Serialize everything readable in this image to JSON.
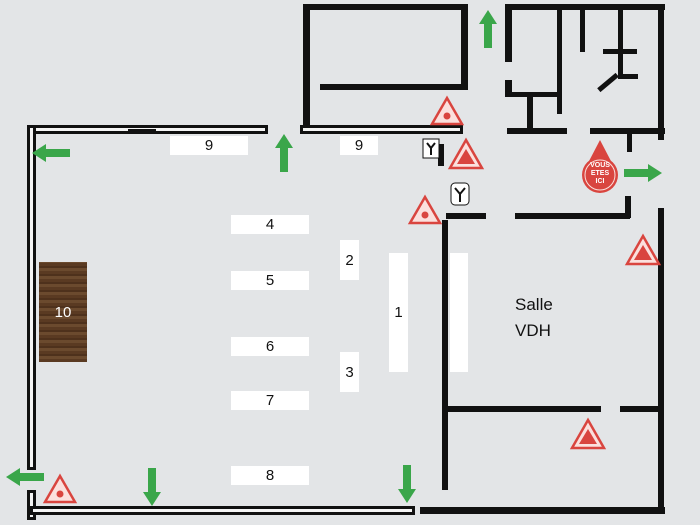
{
  "title": "Floor plan",
  "room_label": {
    "line1": "Salle",
    "line2": "VDH"
  },
  "you_are_here": {
    "line1": "VOUS",
    "line2": "ETES",
    "line3": "ICI"
  },
  "tables": [
    {
      "id": "9a",
      "label": "9"
    },
    {
      "id": "9b",
      "label": "9"
    },
    {
      "id": "4",
      "label": "4"
    },
    {
      "id": "5",
      "label": "5"
    },
    {
      "id": "6",
      "label": "6"
    },
    {
      "id": "7",
      "label": "7"
    },
    {
      "id": "8",
      "label": "8"
    },
    {
      "id": "2",
      "label": "2"
    },
    {
      "id": "3",
      "label": "3"
    },
    {
      "id": "1",
      "label": "1"
    },
    {
      "id": "10",
      "label": "10"
    }
  ],
  "colors": {
    "exit_arrow": "#3aa64a",
    "fire_sign": "#d9453f",
    "wall": "#111111",
    "background": "#e3e5e7"
  }
}
